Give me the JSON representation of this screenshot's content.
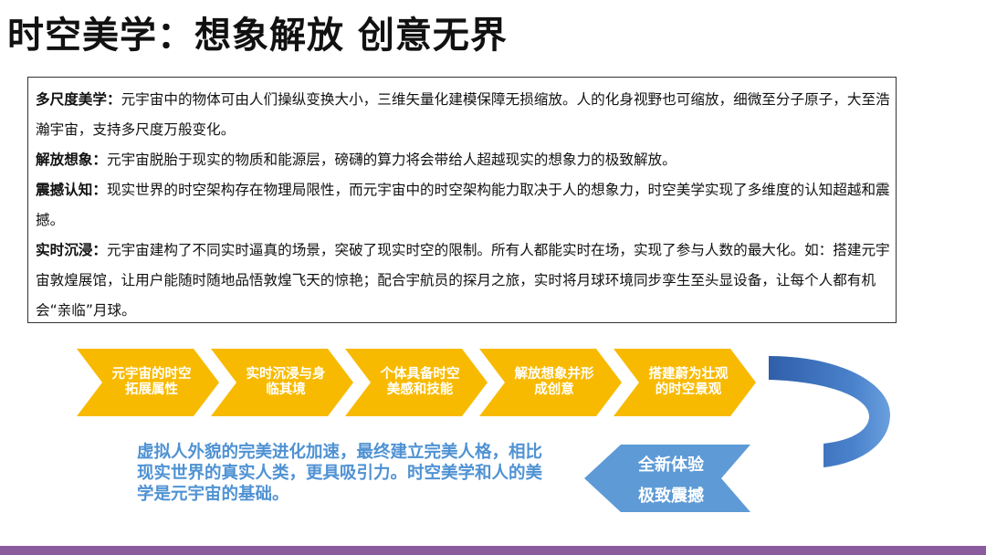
{
  "title": "时空美学：想象解放 创意无界",
  "paragraphs": [
    {
      "head": "多尺度美学：",
      "body": "元宇宙中的物体可由人们操纵变换大小，三维矢量化建模保障无损缩放。人的化身视野也可缩放，细微至分子原子，大至浩瀚宇宙，支持多尺度万般变化。"
    },
    {
      "head": "解放想象：",
      "body": "元宇宙脱胎于现实的物质和能源层，磅礴的算力将会带给人超越现实的想象力的极致解放。"
    },
    {
      "head": "震撼认知：",
      "body": "现实世界的时空架构存在物理局限性，而元宇宙中的时空架构能力取决于人的想象力，时空美学实现了多维度的认知超越和震撼。"
    },
    {
      "head": "实时沉浸：",
      "body": "元宇宙建构了不同实时逼真的场景，突破了现实时空的限制。所有人都能实时在场，实现了参与人数的最大化。如：搭建元宇宙敦煌展馆，让用户能随时随地品悟敦煌飞天的惊艳；配合宇航员的探月之旅，实时将月球环境同步孪生至头显设备，让每个人都有机会“亲临”月球。"
    }
  ],
  "flow": {
    "steps": [
      "元宇宙的时空拓展属性",
      "实时沉浸与身临其境",
      "个体具备时空美感和技能",
      "解放想象并形成创意",
      "搭建蔚为壮观的时空景观"
    ],
    "result_line1": "全新体验",
    "result_line2": "极致震撼",
    "summary": "虚拟人外貌的完美进化加速，最终建立完美人格，相比现实世界的真实人类，更具吸引力。时空美学和人的美学是元宇宙的基础。"
  },
  "colors": {
    "chevron": "#f8ba00",
    "result_arrow": "#5d9ad6",
    "summary_text": "#4f92d3",
    "bottom_bar": "#8a5c9e"
  }
}
